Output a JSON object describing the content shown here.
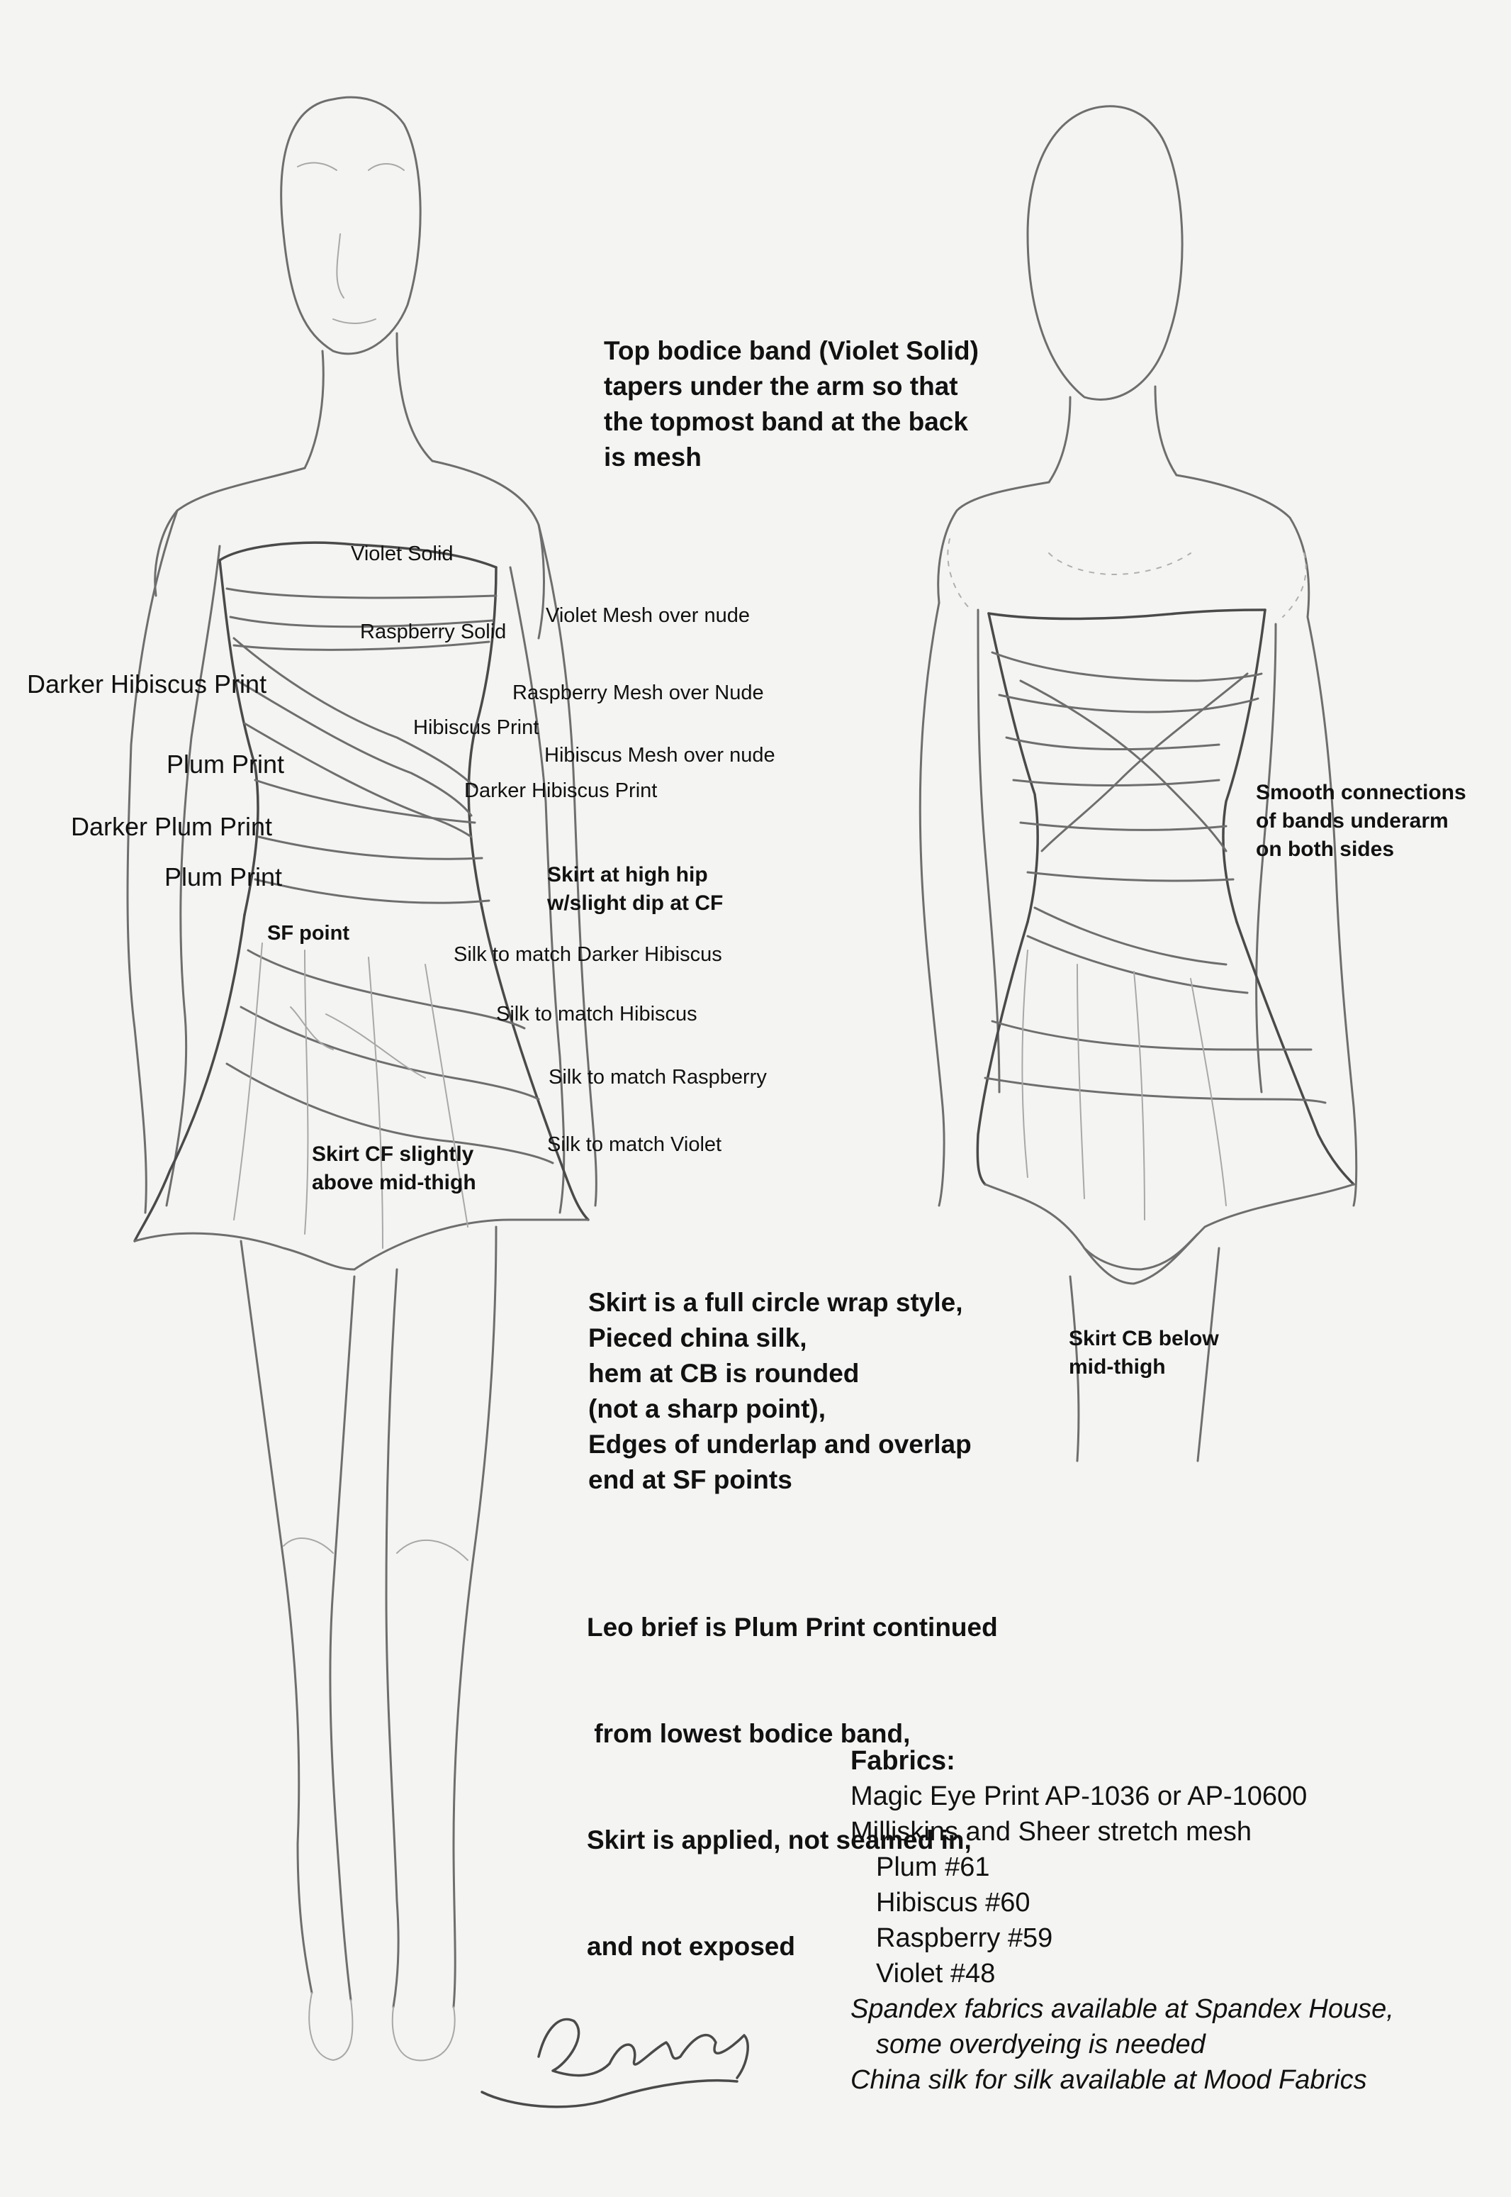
{
  "front_labels": {
    "violet_solid": "Violet Solid",
    "raspberry_solid": "Raspberry Solid",
    "violet_mesh": "Violet Mesh over nude",
    "raspberry_mesh": "Raspberry Mesh over Nude",
    "darker_hibiscus_print_left": "Darker Hibiscus Print",
    "hibiscus_print": "Hibiscus Print",
    "hibiscus_mesh": "Hibiscus Mesh over nude",
    "plum_print_1": "Plum Print",
    "darker_hibiscus_print_inner": "Darker Hibiscus Print",
    "darker_plum_print": "Darker Plum Print",
    "plum_print_2": "Plum Print",
    "sf_point": "SF point",
    "silk_darker_hibiscus": "Silk to match Darker Hibiscus",
    "silk_hibiscus": "Silk to match Hibiscus",
    "silk_raspberry": "Silk to match Raspberry",
    "silk_violet": "Silk to match Violet"
  },
  "notes": {
    "top_bodice": [
      "Top bodice band (Violet Solid)",
      "tapers under the arm so that",
      "the topmost band at the back",
      "is mesh"
    ],
    "skirt_high_hip": [
      "Skirt at high hip",
      "w/slight dip at CF"
    ],
    "skirt_cf": [
      "Skirt CF slightly",
      "above mid-thigh"
    ],
    "smooth_connections": [
      "Smooth connections",
      "of bands underarm",
      "on both sides"
    ],
    "skirt_cb": [
      "Skirt CB  below",
      "mid-thigh"
    ],
    "skirt_style": [
      "Skirt is a full circle wrap style,",
      "Pieced china silk,",
      "hem at CB is rounded",
      "(not a sharp point),",
      "Edges of underlap and overlap",
      "end at SF points"
    ],
    "leo_brief": [
      "Leo brief is Plum Print continued",
      " from lowest bodice band,",
      "Skirt is applied, not seamed in,",
      "and not exposed"
    ]
  },
  "fabrics": {
    "heading": "Fabrics:",
    "line1": "Magic Eye Print AP-1036 or AP-10600",
    "line2": "Milliskins and Sheer stretch mesh",
    "colors": [
      "Plum #61",
      "Hibiscus #60",
      "Raspberry #59",
      "Violet #48"
    ],
    "note1": "Spandex fabrics available at Spandex House,",
    "note1b": "some overdyeing is needed",
    "note2": "China silk for silk available at Mood Fabrics"
  },
  "signature": "Rmk17"
}
